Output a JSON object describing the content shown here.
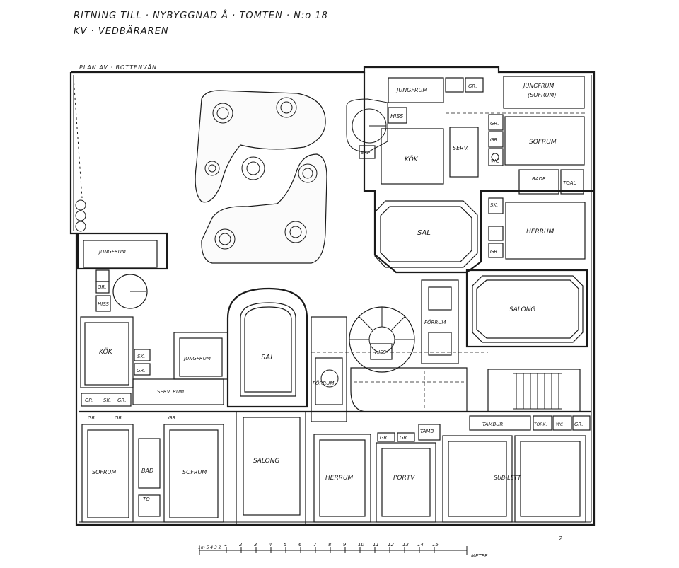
{
  "header": {
    "title_line1": "RITNING TILL · NYBYGGNAD Å · TOMTEN · N:o 18",
    "title_line2": "KV · VEDBÄRAREN",
    "plan_label": "PLAN AV · BOTTENVÅN"
  },
  "rooms": {
    "jungfru_top": "JUNGFRUM",
    "gr_top1": "GR.",
    "jungfru_sofrum_a": "JUNGFRUM",
    "jungfru_sofrum_b": "(SOFRUM)",
    "hiss_top": "HISS",
    "kok_top": "KÖK",
    "serv_top": "SERV.",
    "skp": "SKP",
    "gr_r1": "GR.",
    "gr_r2": "GR.",
    "wc_r": "WC",
    "sofrum_r": "SOFRUM",
    "badr": "BADR.",
    "toal": "TOAL",
    "sal_top": "SAL",
    "sk_r": "SK.",
    "herrum_r": "HERRUM",
    "gr_r3": "GR.",
    "jungfru_left": "JUNGFRUM",
    "gr_left1": "GR.",
    "hiss_left": "HISS",
    "salong_r": "SALONG",
    "kok_left": "KÖK",
    "sk_left": "SK.",
    "gr_left2": "GR.",
    "jungfru_mid": "JUNGFRUM",
    "sal_mid": "SAL",
    "serv_rum": "SERV. RUM",
    "gr_left3": "GR.",
    "sk_left2": "SK.",
    "gr_left4": "GR.",
    "forrum_mid": "FÖRRUM",
    "hiss_mid": "HISS",
    "forrum_r": "FÖRRUM",
    "gr_b1": "GR.",
    "gr_b2": "GR.",
    "gr_b3": "GR.",
    "sofrum_b1": "SOFRUM",
    "bad_b": "BAD",
    "to_b": "TO",
    "sofrum_b2": "SOFRUM",
    "salong_b": "SALONG",
    "tamb": "TAMB",
    "gr_b4": "GR.",
    "gr_b5": "GR.",
    "herrum_b": "HERRUM",
    "portv": "PORTV",
    "tambur_b": "TAMBUR",
    "tork": "TORK.",
    "wc_b": "WC",
    "gr_b6": "GR.",
    "sublett": "SUB-LETT"
  },
  "scale": {
    "ticks": [
      "1",
      "2",
      "3",
      "4",
      "5",
      "6",
      "7",
      "8",
      "9",
      "10",
      "11",
      "12",
      "13",
      "14",
      "15"
    ],
    "unit": "METER",
    "note": "2:",
    "leading": "1m 5 4 3 2"
  }
}
